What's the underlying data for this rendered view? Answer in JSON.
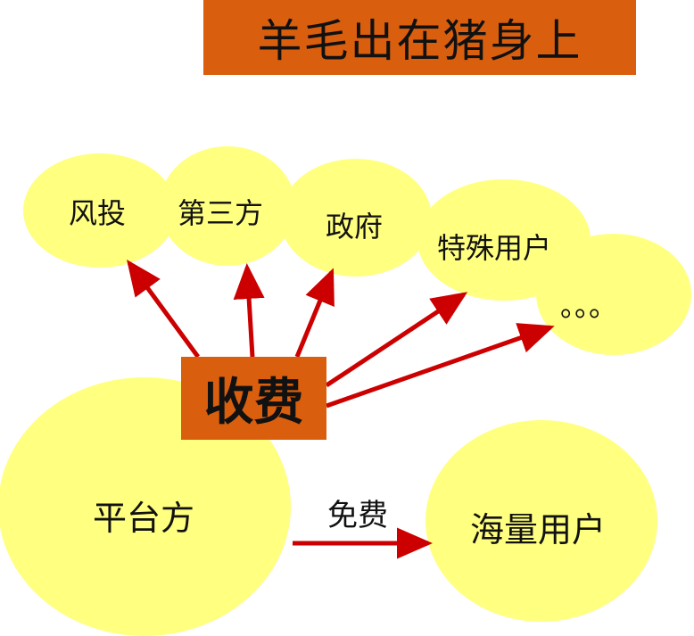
{
  "title": "羊毛出在猪身上",
  "center": {
    "label": "收费"
  },
  "nodes": {
    "vc": "风投",
    "third_party": "第三方",
    "government": "政府",
    "special_users": "特殊用户",
    "more": "。。。",
    "platform": "平台方",
    "mass_users": "海量用户"
  },
  "edge_free_label": "免费",
  "colors": {
    "bubble": "#FFFF80",
    "box": "#D95F0E",
    "arrow": "#CC0000"
  }
}
